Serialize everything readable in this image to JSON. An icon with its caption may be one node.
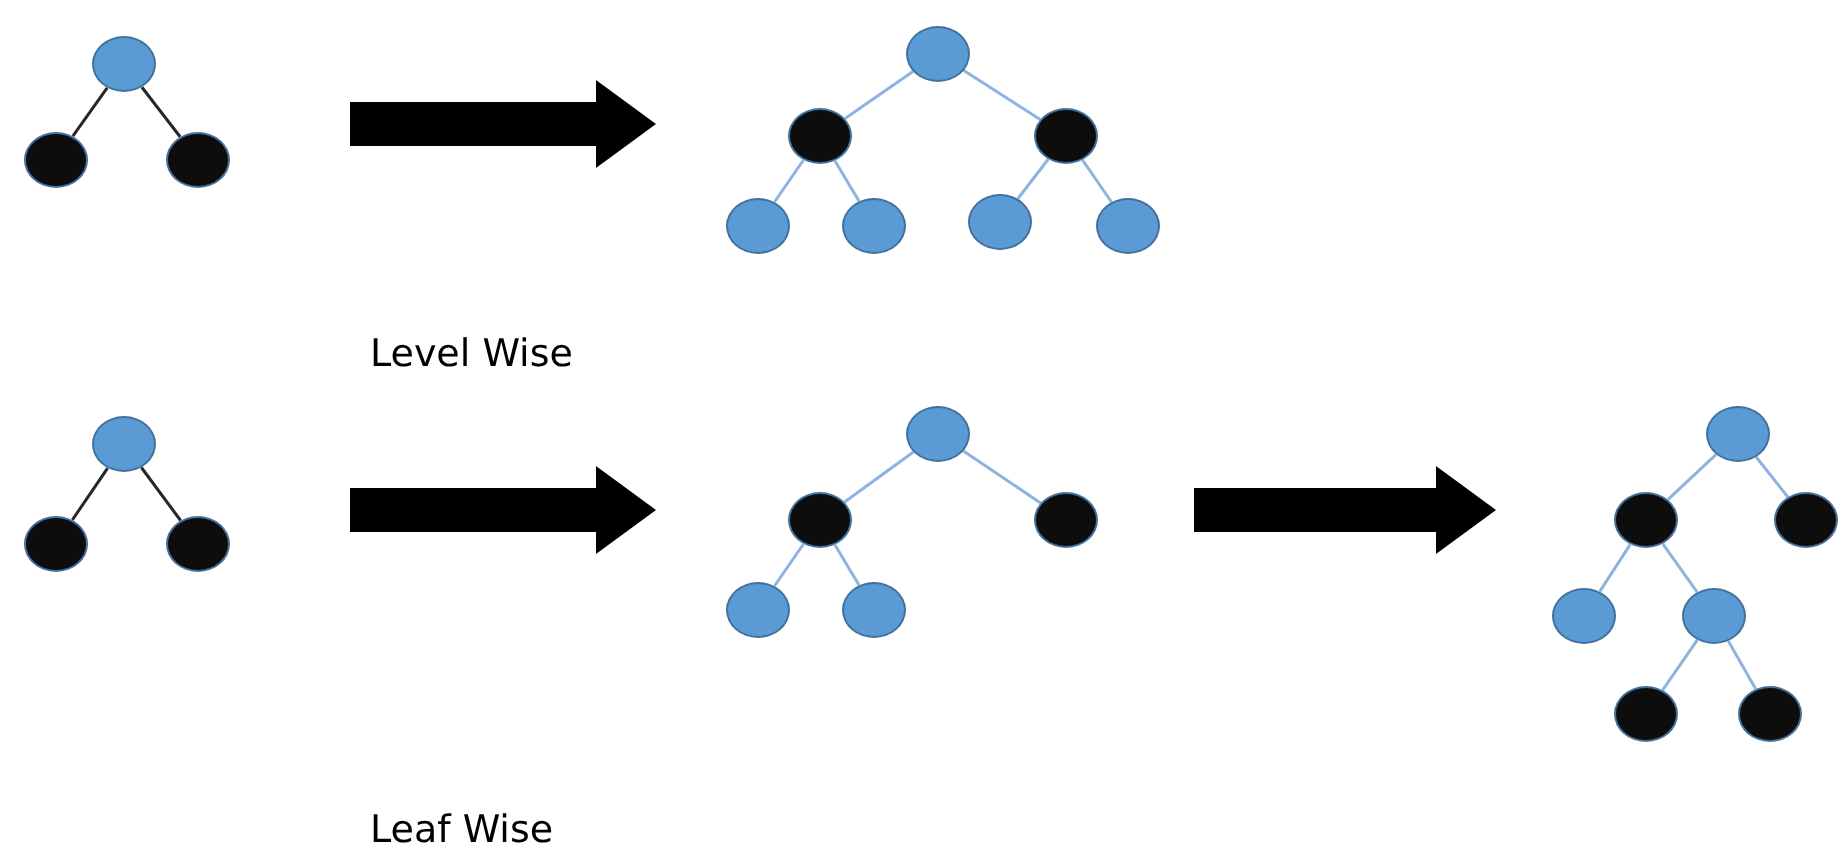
{
  "diagram": {
    "nodes": [
      {
        "text": [],
        "shape": "circle"
      },
      {
        "text": [],
        "shape": "circle"
      },
      {
        "text": [],
        "shape": "circle"
      },
      {
        "text": [],
        "shape": "circle"
      },
      {
        "text": [],
        "shape": "circle"
      },
      {
        "text": [],
        "shape": "circle"
      },
      {
        "text": [],
        "shape": "circle"
      },
      {
        "text": [],
        "shape": "circle"
      },
      {
        "text": [],
        "shape": "circle"
      },
      {
        "text": [],
        "shape": "circle"
      },
      {
        "text": [],
        "shape": "circle"
      },
      {
        "text": [],
        "shape": "circle"
      },
      {
        "text": [],
        "shape": "circle"
      },
      {
        "text": [],
        "shape": "circle"
      },
      {
        "text": [],
        "shape": "circle"
      },
      {
        "text": [],
        "shape": "circle"
      },
      {
        "text": [],
        "shape": "circle"
      },
      {
        "text": [],
        "shape": "circle"
      },
      {
        "text": [],
        "shape": "circle"
      },
      {
        "text": [],
        "shape": "circle"
      },
      {
        "text": [],
        "shape": "circle"
      },
      {
        "text": [],
        "shape": "circle"
      },
      {
        "text": [],
        "shape": "circle"
      },
      {
        "text": [],
        "shape": "circle"
      },
      {
        "text": [],
        "shape": "circle"
      }
    ],
    "edges": [
      {
        "from": 0,
        "to": 1,
        "arrow": "none",
        "color": "#262626"
      },
      {
        "from": 0,
        "to": 2,
        "arrow": "none",
        "color": "#262626"
      },
      {
        "from": 3,
        "to": 4,
        "arrow": "none"
      },
      {
        "from": 3,
        "to": 5,
        "arrow": "none"
      },
      {
        "from": 4,
        "to": 6,
        "arrow": "none"
      },
      {
        "from": 4,
        "to": 7,
        "arrow": "none"
      },
      {
        "from": 5,
        "to": 8,
        "arrow": "none"
      },
      {
        "from": 5,
        "to": 9,
        "arrow": "none"
      },
      {
        "from": 10,
        "to": 11,
        "arrow": "none",
        "color": "#262626"
      },
      {
        "from": 10,
        "to": 12,
        "arrow": "none",
        "color": "#262626"
      },
      {
        "from": 13,
        "to": 14,
        "arrow": "none"
      },
      {
        "from": 13,
        "to": 15,
        "arrow": "none"
      },
      {
        "from": 14,
        "to": 16,
        "arrow": "none"
      },
      {
        "from": 14,
        "to": 17,
        "arrow": "none"
      },
      {
        "from": 18,
        "to": 19,
        "arrow": "none"
      },
      {
        "from": 18,
        "to": 20,
        "arrow": "none"
      },
      {
        "from": 19,
        "to": 21,
        "arrow": "none"
      },
      {
        "from": 19,
        "to": 22,
        "arrow": "none"
      },
      {
        "from": 22,
        "to": 23,
        "arrow": "none"
      },
      {
        "from": 22,
        "to": 24,
        "arrow": "none"
      }
    ],
    "labels": [
      "Level Wise",
      "Leaf Wise"
    ]
  }
}
